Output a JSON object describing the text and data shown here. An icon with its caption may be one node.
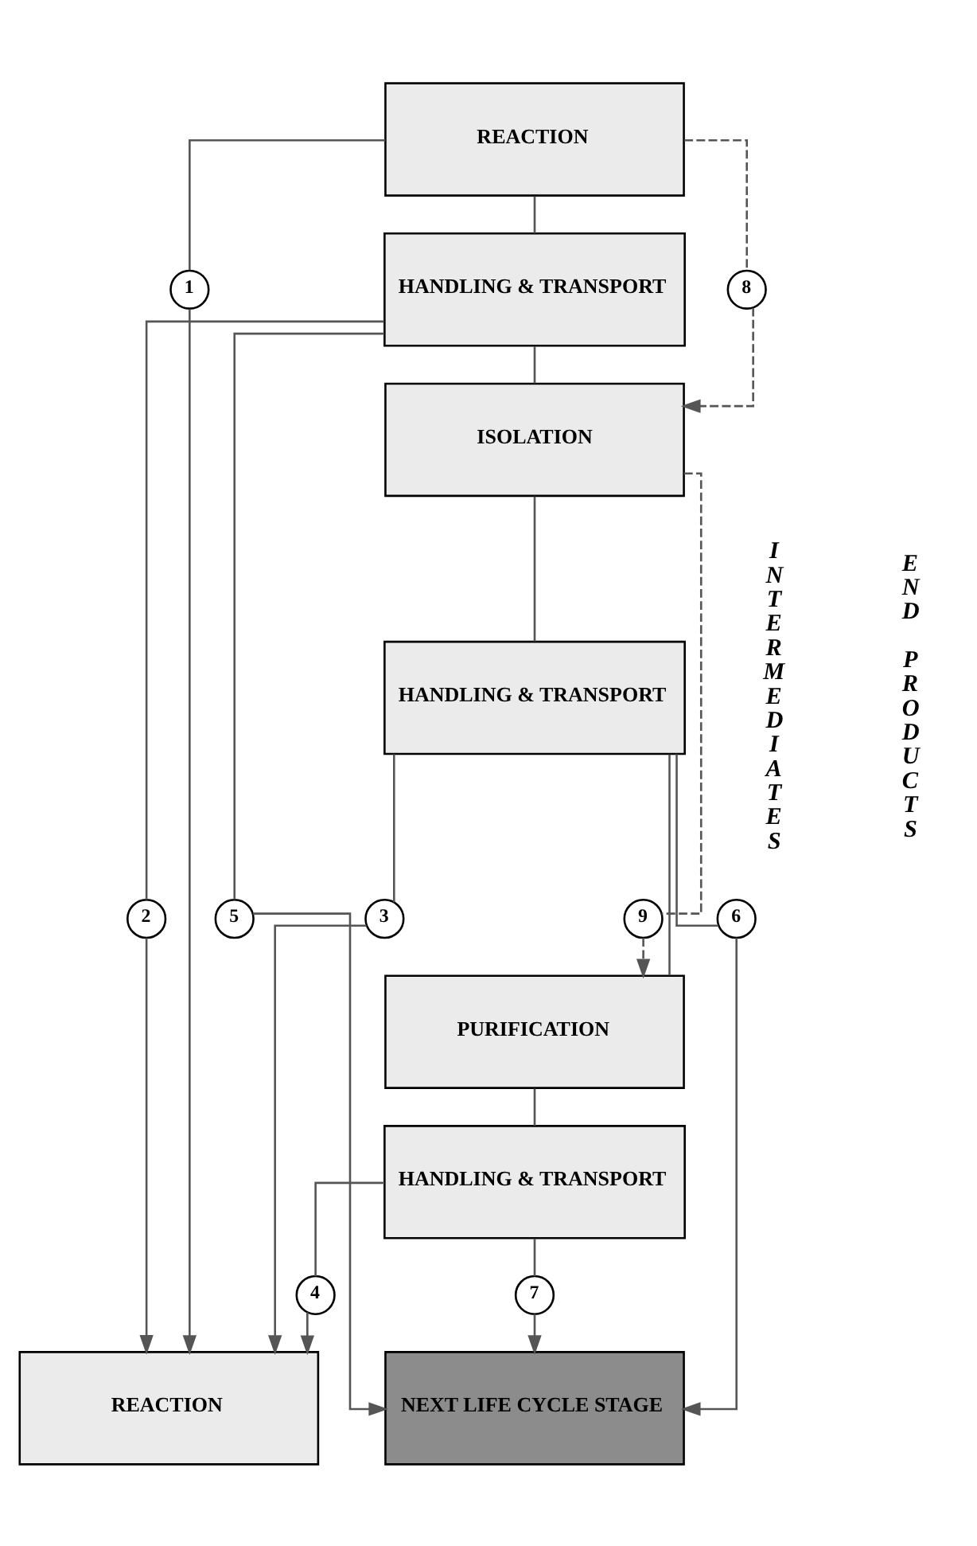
{
  "diagram": {
    "nodes": [
      {
        "text": [
          "REACTION"
        ]
      },
      {
        "text": [
          "HANDLING & TRANSPORT"
        ]
      },
      {
        "text": [
          "ISOLATION"
        ]
      },
      {
        "text": [
          "HANDLING & TRANSPORT"
        ]
      },
      {
        "text": [
          "PURIFICATION"
        ]
      },
      {
        "text": [
          "HANDLING & TRANSPORT"
        ]
      },
      {
        "text": [
          "REACTION"
        ]
      },
      {
        "text": [
          "NEXT LIFE CYCLE STAGE"
        ]
      },
      {
        "text": [
          "1"
        ]
      },
      {
        "text": [
          "2"
        ]
      },
      {
        "text": [
          "3"
        ]
      },
      {
        "text": [
          "4"
        ]
      },
      {
        "text": [
          "5"
        ]
      },
      {
        "text": [
          "6"
        ]
      },
      {
        "text": [
          "7"
        ]
      },
      {
        "text": [
          "8"
        ]
      },
      {
        "text": [
          "9"
        ]
      }
    ],
    "edges": [
      {
        "from": 0,
        "to": 1,
        "arrow": "none"
      },
      {
        "from": 1,
        "to": 2,
        "arrow": "none"
      },
      {
        "from": 2,
        "to": 3,
        "arrow": "none"
      },
      {
        "from": 3,
        "to": 4,
        "arrow": "none"
      },
      {
        "from": 4,
        "to": 5,
        "arrow": "none"
      },
      {
        "from": 0,
        "to": 8,
        "arrow": "none"
      },
      {
        "from": 0,
        "to": 15,
        "arrow": "none",
        "style": "dashed"
      },
      {
        "from": 15,
        "to": 2,
        "arrow": "to",
        "style": "dashed"
      },
      {
        "from": 1,
        "to": 9,
        "arrow": "none"
      },
      {
        "from": 1,
        "to": 12,
        "arrow": "none"
      },
      {
        "from": 2,
        "to": 16,
        "arrow": "none",
        "style": "dashed"
      },
      {
        "from": 16,
        "to": 4,
        "arrow": "to",
        "style": "dashed"
      },
      {
        "from": 3,
        "to": 10,
        "arrow": "none"
      },
      {
        "from": 3,
        "to": 13,
        "arrow": "none"
      },
      {
        "from": 5,
        "to": 11,
        "arrow": "none"
      },
      {
        "from": 5,
        "to": 14,
        "arrow": "none"
      },
      {
        "from": 8,
        "to": 6,
        "arrow": "to"
      },
      {
        "from": 9,
        "to": 6,
        "arrow": "to"
      },
      {
        "from": 10,
        "to": 6,
        "arrow": "to"
      },
      {
        "from": 11,
        "to": 6,
        "arrow": "to"
      },
      {
        "from": 12,
        "to": 7,
        "arrow": "to"
      },
      {
        "from": 13,
        "to": 7,
        "arrow": "to"
      },
      {
        "from": 14,
        "to": 7,
        "arrow": "to"
      }
    ],
    "labels": [
      "INTERMEDIATES",
      "END PRODUCTS"
    ]
  }
}
